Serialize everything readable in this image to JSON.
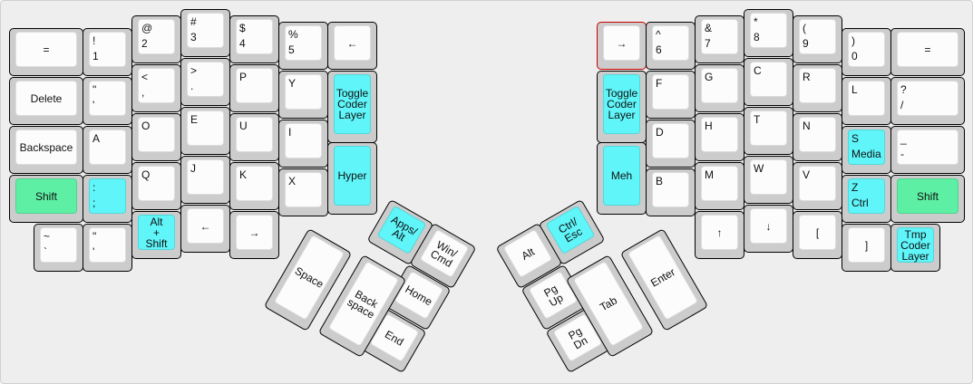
{
  "colors": {
    "background": "#eeeeee",
    "key_base": "#cccccc",
    "key_top": "#fcfcfc",
    "highlight": "#5ff5f9",
    "modifier_green": "#5df0a4",
    "focus_border": "#cc0000"
  },
  "keys": {
    "left": {
      "equals": "=",
      "delete": "Delete",
      "backspace": "Backspace",
      "shift": "Shift",
      "exclaim_1": [
        "!",
        "1"
      ],
      "quote_row": [
        "\"",
        "'"
      ],
      "a": "A",
      "colon": [
        ":",
        ";"
      ],
      "tilde": [
        "~",
        "`"
      ],
      "quote_thumb": [
        "\"",
        "'"
      ],
      "at_2": [
        "@",
        "2"
      ],
      "lt_comma": [
        "<",
        ","
      ],
      "o": "O",
      "q": "Q",
      "alt_shift": "Alt + Shift",
      "hash_3": [
        "#",
        "3"
      ],
      "gt_dot": [
        ">",
        "."
      ],
      "e": "E",
      "j": "J",
      "arrow_left": "←",
      "dollar_4": [
        "$",
        "4"
      ],
      "p": "P",
      "u": "U",
      "k": "K",
      "arrow_right": "→",
      "percent_5": [
        "%",
        "5"
      ],
      "y": "Y",
      "i": "I",
      "x": "X",
      "left_arrow_top": "←",
      "toggle_coder": "Toggle Coder Layer",
      "hyper": "Hyper",
      "space": "Space",
      "back_space": "Back space",
      "apps_alt": "Apps/ Alt",
      "win_cmd": "Win/ Cmd",
      "home": "Home",
      "end": "End"
    },
    "right": {
      "arrow_right_top": "→",
      "toggle_coder": "Toggle Coder Layer",
      "meh": "Meh",
      "caret_6": [
        "^",
        "6"
      ],
      "f": "F",
      "d": "D",
      "b": "B",
      "amp_7": [
        "&",
        "7"
      ],
      "g": "G",
      "h": "H",
      "m": "M",
      "arrow_up": "↑",
      "star_8": [
        "*",
        "8"
      ],
      "c": "C",
      "t": "T",
      "w": "W",
      "arrow_down": "↓",
      "paren_9": [
        "(",
        "9"
      ],
      "r": "R",
      "n": "N",
      "v": "V",
      "bracket_open": "[",
      "paren_0": [
        ")",
        "0"
      ],
      "l": "L",
      "s_media": [
        "S",
        "Media"
      ],
      "z_ctrl": [
        "Z",
        "Ctrl"
      ],
      "bracket_close": "]",
      "equals": "=",
      "question": [
        "?",
        "/"
      ],
      "underscore": [
        "_",
        "-"
      ],
      "shift": "Shift",
      "tmp_coder": "Tmp Coder Layer",
      "alt": "Alt",
      "ctrl_esc": "Ctrl/ Esc",
      "pg_up": "Pg Up",
      "pg_dn": "Pg Dn",
      "tab": "Tab",
      "enter": "Enter"
    }
  }
}
